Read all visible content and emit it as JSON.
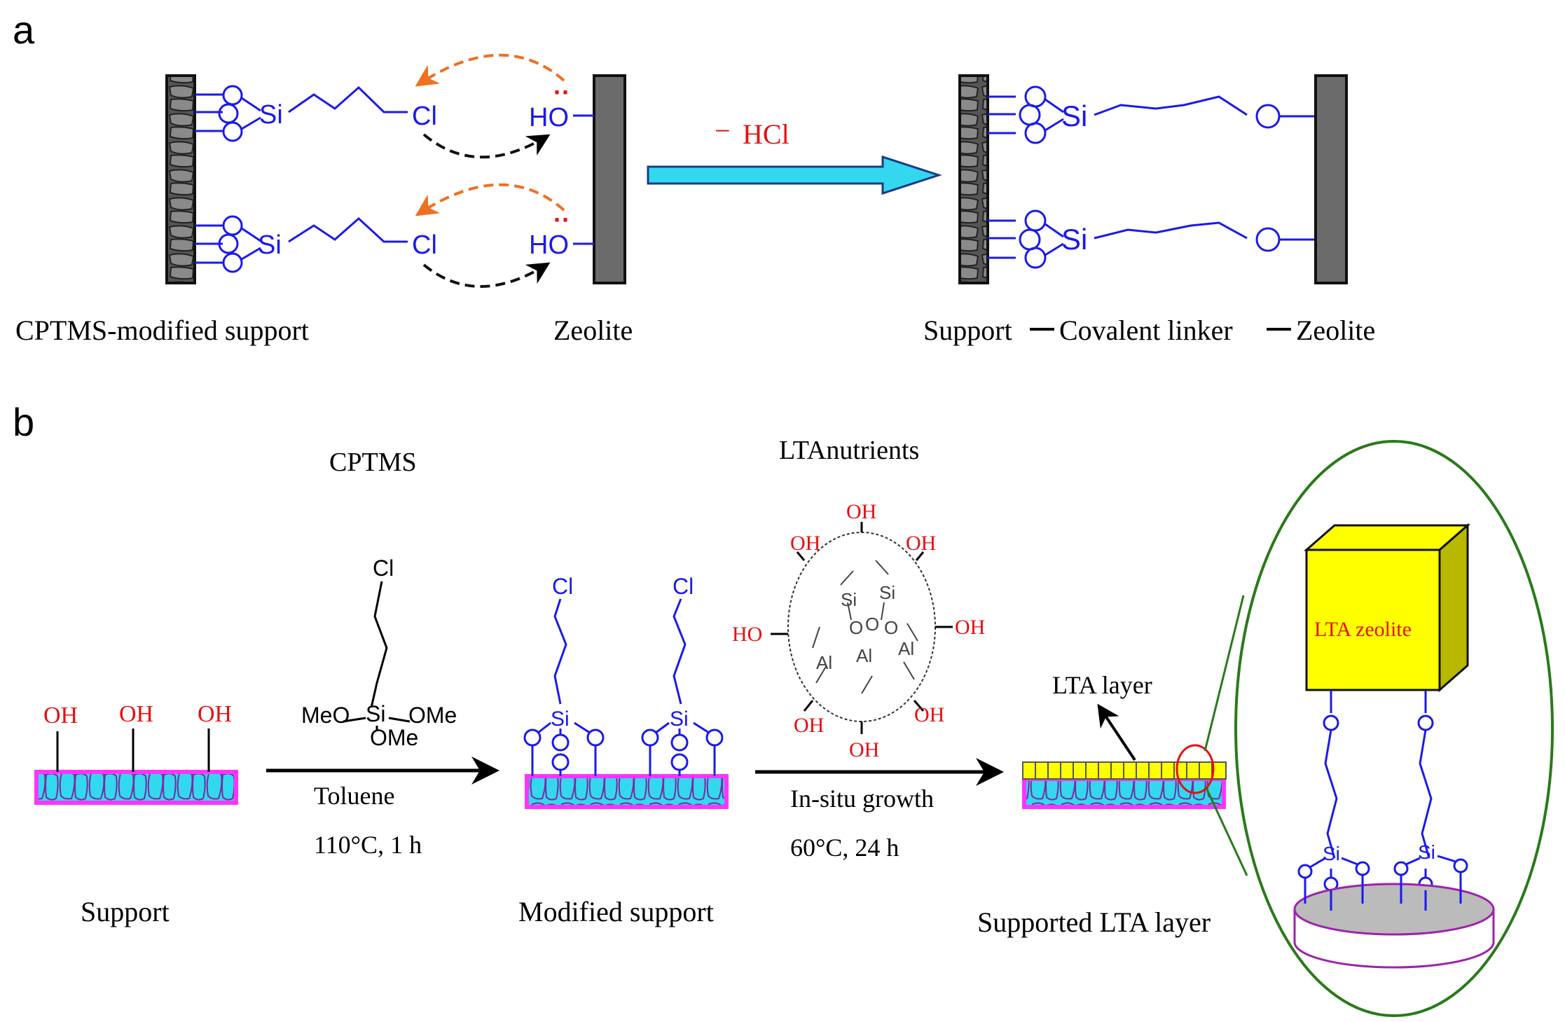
{
  "panel_a": {
    "label": "a",
    "si": "Si",
    "cl": "Cl",
    "ho": "HO",
    "o": "O",
    "lone_pair": "··",
    "minus": "−",
    "hcl": "HCl",
    "caption_left": "CPTMS-modified support",
    "caption_mid": "Zeolite",
    "caption_right_1": "Support",
    "caption_right_2": "Covalent linker",
    "caption_right_3": "Zeolite"
  },
  "panel_b": {
    "label": "b",
    "oh": "OH",
    "ho": "HO",
    "cl": "Cl",
    "si": "Si",
    "o": "O",
    "al": "Al",
    "meo": "MeO",
    "ome": "OMe",
    "cptms": "CPTMS",
    "lta_nutrients": "LTAnutrients",
    "toluene": "Toluene",
    "cond1": "110°C, 1 h",
    "insitu": "In-situ growth",
    "cond2": "60°C, 24 h",
    "support": "Support",
    "modified_support": "Modified support",
    "lta_layer": "LTA layer",
    "supported_lta_layer": "Supported LTA layer",
    "lta_zeolite": "LTA zeolite"
  },
  "colors": {
    "blue": "#1a1aee",
    "red": "#e81010",
    "orange": "#f07020",
    "cyan": "#33d8ee",
    "magenta": "#ff33ff",
    "yellow": "#ffff00",
    "olive": "#b8b800",
    "green": "#2a7a1a",
    "gray": "#6b6b6b",
    "purple": "#a020b0"
  }
}
